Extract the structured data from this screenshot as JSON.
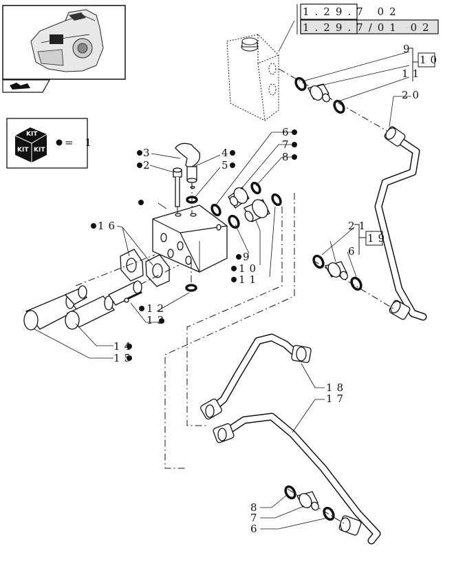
{
  "references": {
    "line1": "1.29.7  02",
    "line2": "1.29.7/01  02"
  },
  "kit": {
    "badge_top": "KIT",
    "badge_left": "KIT",
    "badge_right": "KIT",
    "equation": "= 1"
  },
  "callouts": {
    "c2": "2",
    "c3": "3",
    "c4": "4",
    "c5": "5",
    "c6": "6",
    "c7": "7",
    "c8": "8",
    "c9": "9",
    "c10": "10",
    "c11": "11",
    "c12": "12",
    "c13": "13",
    "c14": "14",
    "c15": "15",
    "c16": "16",
    "r9": "9",
    "r10": "10",
    "r11": "11",
    "r20": "20",
    "m21": "21",
    "m19": "19",
    "m6": "6",
    "p18": "18",
    "p17": "17",
    "b8": "8",
    "b7": "7",
    "b6": "6"
  }
}
